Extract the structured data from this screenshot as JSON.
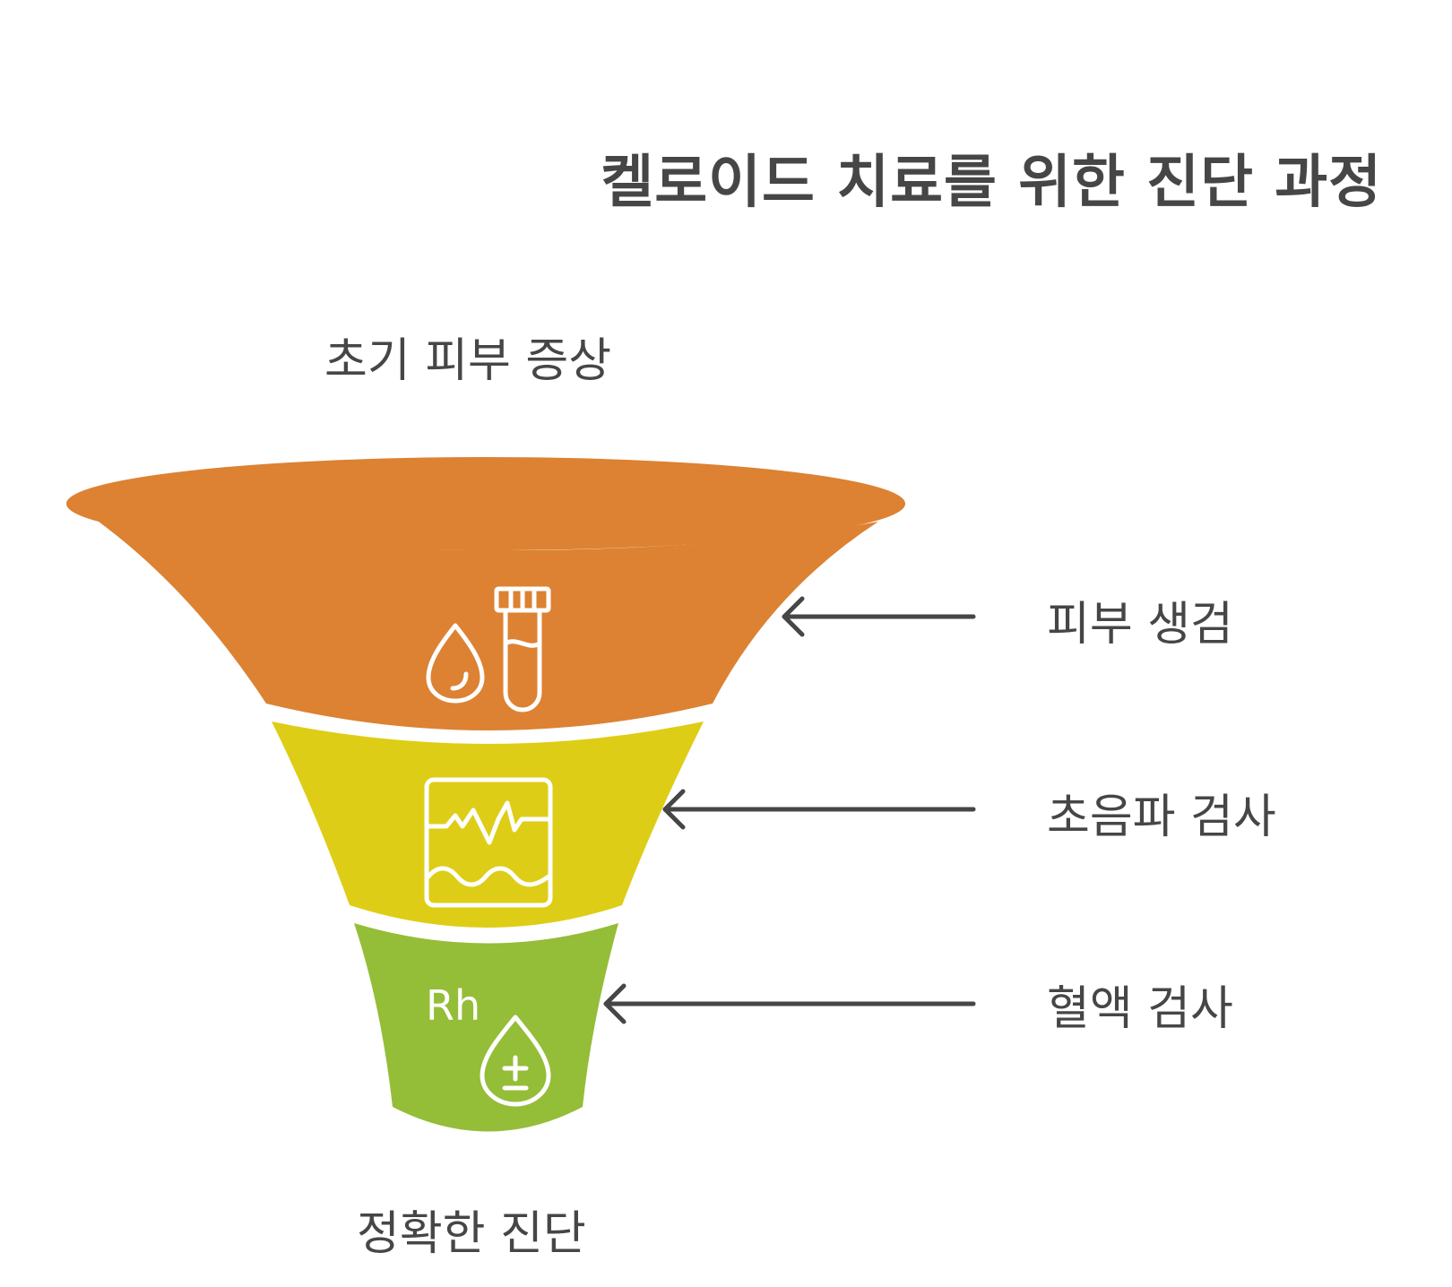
{
  "title": "켈로이드 치료를 위한 진단 과정",
  "top_label": "초기 피부 증상",
  "bottom_label": "정확한 진단",
  "stages": [
    {
      "label": "피부 생검",
      "color": "#DC8232",
      "icon": "blood-drop-test-tube-icon"
    },
    {
      "label": "초음파 검사",
      "color": "#DECD16",
      "icon": "ultrasound-monitor-icon"
    },
    {
      "label": "혈액 검사",
      "color": "#94BD38",
      "icon": "rh-blood-type-icon",
      "icon_text": "Rh"
    }
  ],
  "colors": {
    "text": "#464646",
    "arrow": "#464646",
    "icon_stroke": "#ffffff"
  }
}
